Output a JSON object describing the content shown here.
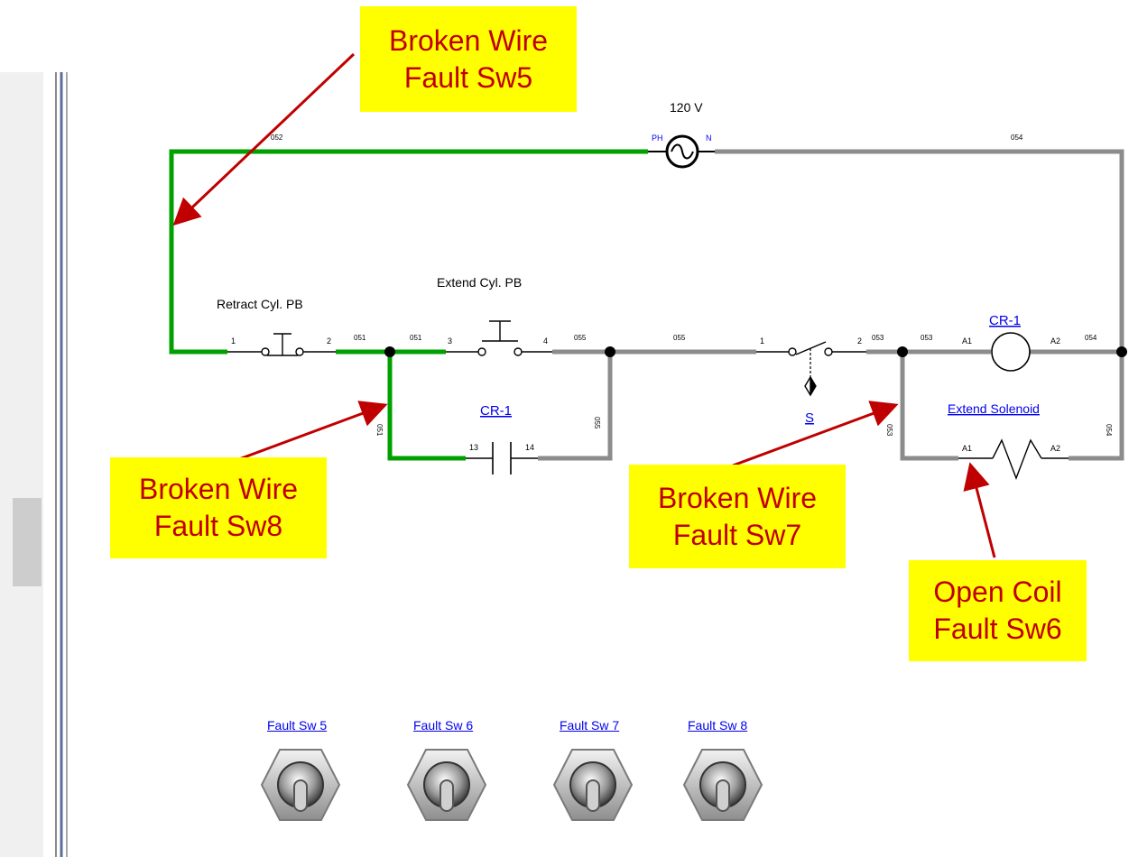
{
  "source": {
    "voltage": "120 V",
    "terminal_ph": "PH",
    "terminal_n": "N"
  },
  "wires": {
    "w052": "052",
    "w054": "054",
    "w051a": "051",
    "w051b": "051",
    "w055a": "055",
    "w055b": "055",
    "w053a": "053",
    "w053b": "053",
    "w054b": "054",
    "w051_vert": "051",
    "w055_vert": "055",
    "w053_vert": "053",
    "w054_vert": "054"
  },
  "components": {
    "retract_pb": {
      "label": "Retract Cyl. PB",
      "t1": "1",
      "t2": "2"
    },
    "extend_pb": {
      "label": "Extend Cyl. PB",
      "t1": "3",
      "t2": "4"
    },
    "pressure_switch": {
      "label": "S",
      "t1": "1",
      "t2": "2"
    },
    "cr1_coil": {
      "label": "CR-1",
      "t1": "A1",
      "t2": "A2"
    },
    "cr1_contact": {
      "label": "CR-1",
      "t1": "13",
      "t2": "14"
    },
    "solenoid": {
      "label": "Extend Solenoid",
      "t1": "A1",
      "t2": "A2"
    }
  },
  "callouts": {
    "sw5": {
      "line1": "Broken Wire",
      "line2": "Fault Sw5"
    },
    "sw8": {
      "line1": "Broken Wire",
      "line2": "Fault Sw8"
    },
    "sw7": {
      "line1": "Broken Wire",
      "line2": "Fault Sw7"
    },
    "sw6": {
      "line1": "Open Coil",
      "line2": "Fault Sw6"
    }
  },
  "fault_switches": [
    {
      "label": "Fault Sw 5"
    },
    {
      "label": "Fault Sw 6"
    },
    {
      "label": "Fault Sw 7"
    },
    {
      "label": "Fault Sw 8"
    }
  ],
  "colors": {
    "energized_wire": "#00a000",
    "deenergized_wire": "#8c8c8c",
    "callout_bg": "#ffff00",
    "callout_text": "#c00000",
    "arrow": "#c00000",
    "link": "#0000ee"
  }
}
